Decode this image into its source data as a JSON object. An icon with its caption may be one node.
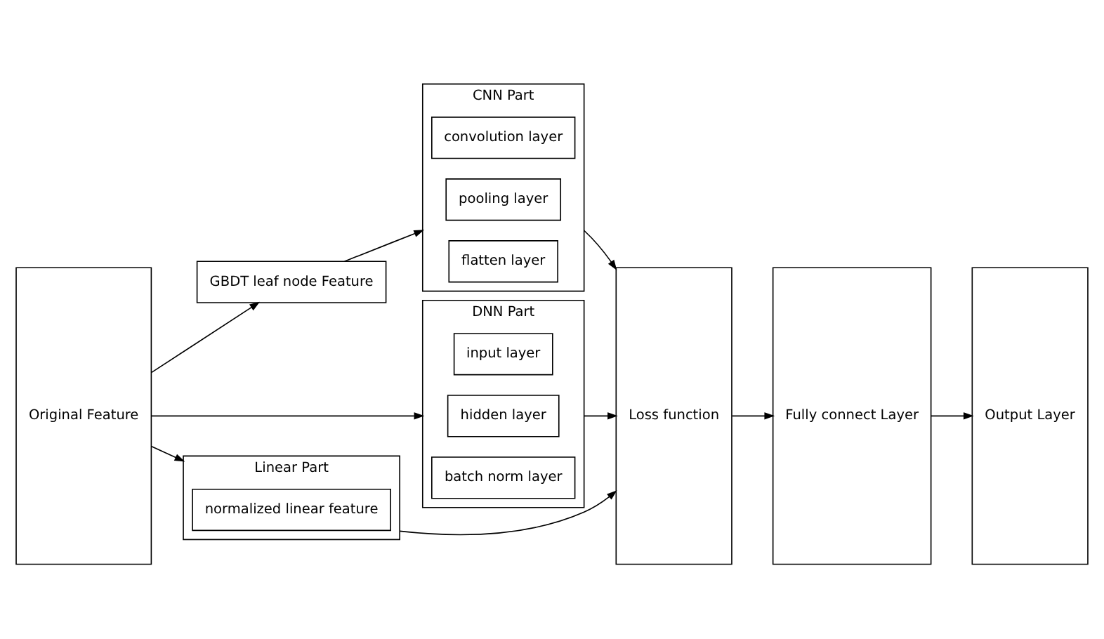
{
  "diagram": {
    "nodes": [
      {
        "text": [
          "Original Feature"
        ]
      },
      {
        "text": [
          "GBDT leaf node Feature"
        ]
      },
      {
        "text": [
          "CNN Part"
        ]
      },
      {
        "text": [
          "flatten layer"
        ],
        "in": 2
      },
      {
        "text": [
          "pooling layer"
        ],
        "in": 2
      },
      {
        "text": [
          "convolution layer"
        ],
        "in": 2
      },
      {
        "text": [
          "DNN Part"
        ]
      },
      {
        "text": [
          "batch norm layer"
        ],
        "in": 6
      },
      {
        "text": [
          "hidden layer"
        ],
        "in": 6
      },
      {
        "text": [
          "input layer"
        ],
        "in": 6
      },
      {
        "text": [
          "Linear Part"
        ]
      },
      {
        "text": [
          "normalized linear feature"
        ],
        "in": 10
      },
      {
        "text": [
          "Loss function"
        ]
      },
      {
        "text": [
          "Fully connect Layer"
        ]
      },
      {
        "text": [
          "Output Layer"
        ]
      }
    ],
    "edges": [
      {
        "from": 0,
        "to": 1,
        "arrow": "to"
      },
      {
        "from": 1,
        "to": 2,
        "arrow": "to"
      },
      {
        "from": 0,
        "to": 6,
        "arrow": "to"
      },
      {
        "from": 0,
        "to": 10,
        "arrow": "to"
      },
      {
        "from": 2,
        "to": 12,
        "arrow": "to"
      },
      {
        "from": 6,
        "to": 12,
        "arrow": "to"
      },
      {
        "from": 10,
        "to": 12,
        "arrow": "to"
      },
      {
        "from": 12,
        "to": 13,
        "arrow": "to"
      },
      {
        "from": 13,
        "to": 14,
        "arrow": "to"
      }
    ]
  }
}
